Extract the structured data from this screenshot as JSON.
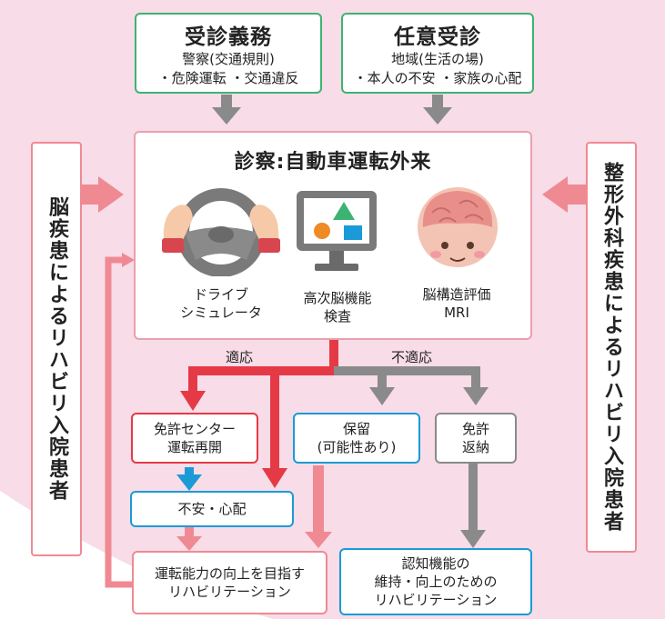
{
  "top": {
    "obligation": {
      "title": "受診義務",
      "line1": "警察(交通規則)",
      "line2": "・危険運転 ・交通違反"
    },
    "voluntary": {
      "title": "任意受診",
      "line1": "地域(生活の場)",
      "line2": "・本人の不安 ・家族の心配"
    }
  },
  "center": {
    "title": "診察:自動車運転外来",
    "items": [
      {
        "line1": "ドライブ",
        "line2": "シミュレータ",
        "icon": "steering-wheel-icon"
      },
      {
        "line1": "高次脳機能",
        "line2": "検査",
        "icon": "monitor-shapes-icon"
      },
      {
        "line1": "脳構造評価",
        "line2": "MRI",
        "icon": "brain-icon"
      }
    ]
  },
  "left_panel": "脳疾患によるリハビリ入院患者",
  "right_panel": "整形外科疾患によるリハビリ入院患者",
  "branch": {
    "suitable": "適応",
    "unsuitable": "不適応"
  },
  "outcomes": {
    "license_center": {
      "line1": "免許センター",
      "line2": "運転再開"
    },
    "pending": {
      "line1": "保留",
      "line2": "(可能性あり)"
    },
    "return_license": {
      "line1": "免許",
      "line2": "返納"
    },
    "anxiety": "不安・心配"
  },
  "rehab": {
    "improve": {
      "line1": "運転能力の向上を目指す",
      "line2": "リハビリテーション"
    },
    "cognitive": {
      "line1": "認知機能の",
      "line2": "維持・向上のための",
      "line3": "リハビリテーション"
    }
  },
  "colors": {
    "red": "#e63946",
    "blue": "#1a9bd7",
    "green": "#3cb371",
    "gray": "#8a8a8a",
    "pink": "#ef8a93",
    "bg_pink": "#f8dce8"
  }
}
